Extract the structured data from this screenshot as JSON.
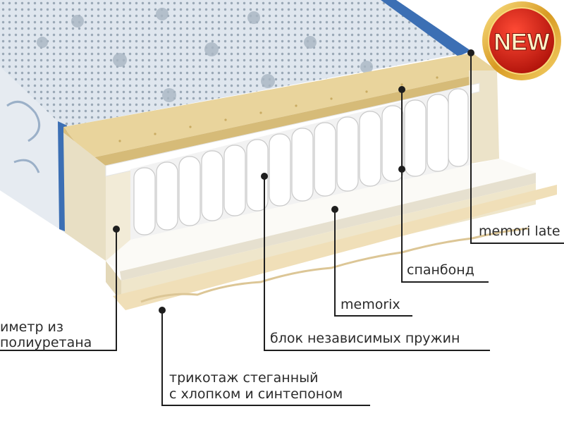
{
  "badge": {
    "text": "NEW",
    "color": "#d8261a",
    "ring_color": "#e6b73c"
  },
  "colors": {
    "cover": "#dfe6ee",
    "cover_edge": "#3c6fb4",
    "latex": "#e9d49c",
    "spunbond": "#ffffff",
    "foam": "#f1ead5",
    "perimeter": "#ece3c9",
    "base": "#f0dfb8",
    "leader": "#1e1e1e"
  },
  "labels": {
    "memori_latex": "memori late",
    "spunbond": "спанбонд",
    "memorix": "memorix",
    "springs": "блок независимых пружин",
    "perimeter_line1": "иметр из",
    "perimeter_line2": "полиуретана",
    "knit_line1": "трикотаж стеганный",
    "knit_line2": "с хлопком и синтепоном"
  }
}
